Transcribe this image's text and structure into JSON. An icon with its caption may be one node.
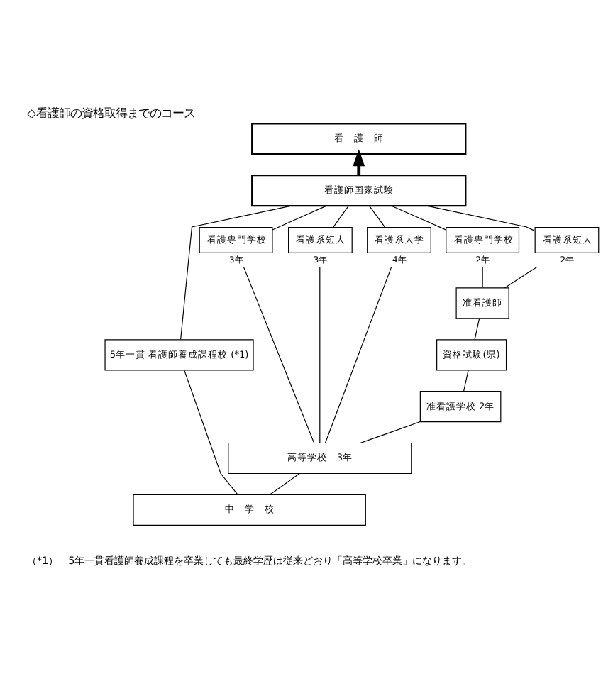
{
  "diagram": {
    "title": "◇看護師の資格取得までのコース",
    "nodes": [
      {
        "text": [
          "看　護　師"
        ]
      },
      {
        "text": [
          "看護師国家試験"
        ]
      },
      {
        "text": [
          "看護専門学校"
        ],
        "beside": [
          "3年"
        ]
      },
      {
        "text": [
          "看護系短大"
        ],
        "beside": [
          "3年"
        ]
      },
      {
        "text": [
          "看護系大学"
        ],
        "beside": [
          "4年"
        ]
      },
      {
        "text": [
          "看護専門学校"
        ],
        "beside": [
          "2年"
        ]
      },
      {
        "text": [
          "看護系短大"
        ],
        "beside": [
          "2年"
        ]
      },
      {
        "text": [
          "5年一貫 看護師養成課程校 (*1)"
        ]
      },
      {
        "text": [
          "准看護師"
        ]
      },
      {
        "text": [
          "資格試験(県)"
        ]
      },
      {
        "text": [
          "准看護学校 2年"
        ]
      },
      {
        "text": [
          "高等学校　3年"
        ]
      },
      {
        "text": [
          "中　学　校"
        ]
      }
    ],
    "edges": [
      {
        "from": 1,
        "to": 0,
        "arrow": "to",
        "style": "thick"
      },
      {
        "from": 2,
        "to": 1,
        "arrow": "none"
      },
      {
        "from": 3,
        "to": 1,
        "arrow": "none"
      },
      {
        "from": 4,
        "to": 1,
        "arrow": "none"
      },
      {
        "from": 5,
        "to": 1,
        "arrow": "none"
      },
      {
        "from": 6,
        "to": 1,
        "arrow": "none"
      },
      {
        "from": 7,
        "to": 1,
        "arrow": "none"
      },
      {
        "from": 11,
        "to": 2,
        "arrow": "none"
      },
      {
        "from": 11,
        "to": 3,
        "arrow": "none"
      },
      {
        "from": 11,
        "to": 4,
        "arrow": "none"
      },
      {
        "from": 8,
        "to": 5,
        "arrow": "none"
      },
      {
        "from": 8,
        "to": 6,
        "arrow": "none"
      },
      {
        "from": 9,
        "to": 8,
        "arrow": "none"
      },
      {
        "from": 10,
        "to": 9,
        "arrow": "none"
      },
      {
        "from": 11,
        "to": 10,
        "arrow": "none"
      },
      {
        "from": 12,
        "to": 11,
        "arrow": "none"
      },
      {
        "from": 12,
        "to": 7,
        "arrow": "none"
      }
    ],
    "labels": [
      "（*1）　5年一貫看護師養成課程を卒業しても最終学歴は従来どおり「高等学校卒業」になります。"
    ]
  }
}
